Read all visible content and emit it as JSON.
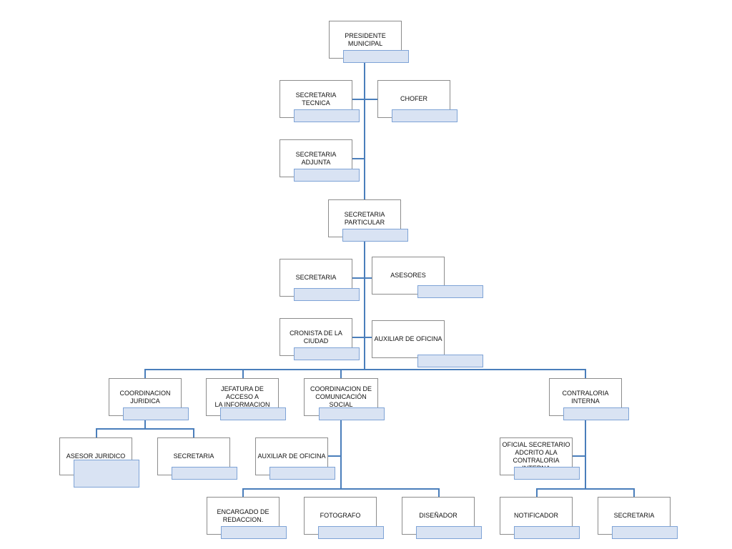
{
  "org_chart": {
    "president": "PRESIDENTE MUNICIPAL",
    "secretaria_tecnica": "SECRETARIA TECNICA",
    "chofer": "CHOFER",
    "secretaria_adjunta": "SECRETARIA ADJUNTA",
    "secretaria_particular": "SECRETARIA\nPARTICULAR",
    "secretaria_1": "SECRETARIA",
    "asesores": "ASESORES",
    "cronista": "CRONISTA DE LA\nCIUDAD",
    "auxiliar_oficina_1": "AUXILIAR DE OFICINA",
    "coordinacion_juridica": "COORDINACION\nJURIDICA",
    "jefatura_acceso": "JEFATURA DE ACCESO A\nLA INFORMACION",
    "coordinacion_comunicacion": "COORDINACION DE\nCOMUNICACIÓN SOCIAL",
    "contraloria_interna": "CONTRALORIA INTERNA",
    "asesor_juridico": "ASESOR JURIDICO",
    "secretaria_juridica": "SECRETARIA",
    "auxiliar_oficina_2": "AUXILIAR DE OFICINA",
    "oficial_secretario": "OFICIAL SECRETARIO\nADCRITO ALA\nCONTRALORIA INTERNA",
    "encargado_redaccion": "ENCARGADO DE\nREDACCION.",
    "fotografo": "FOTOGRAFO",
    "disenador": "DISEÑADOR",
    "notificador": "NOTIFICADOR",
    "secretaria_contraloria": "SECRETARIA"
  },
  "colors": {
    "connector": "#4a7ebb",
    "tag_fill": "#d9e3f3",
    "tag_border": "#7ea3d6",
    "box_border": "#8c8c8c"
  }
}
